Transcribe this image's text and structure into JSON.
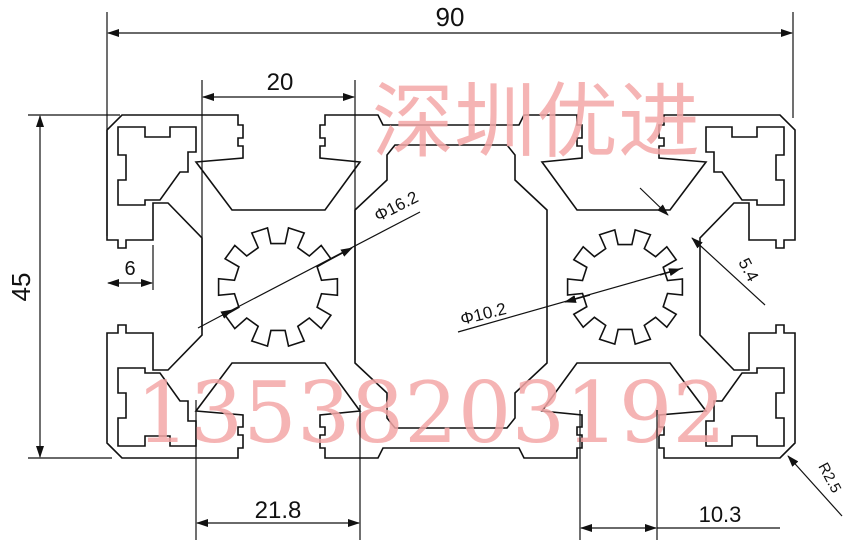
{
  "title": "Aluminium profile 4590 cross-section drawing",
  "dimensions": {
    "width_total": "90",
    "slot_width": "20",
    "height_total": "45",
    "side_depth": "6",
    "hole_large": "Φ16.2",
    "hole_small": "Φ10.2",
    "wall": "5.4",
    "slot_span": "21.8",
    "offset": "10.3",
    "radius": "R2.5"
  },
  "watermark": {
    "company": "深圳优进",
    "phone": "13538203192"
  },
  "colors": {
    "line": "#111111",
    "watermark": "#f4a7a7"
  }
}
